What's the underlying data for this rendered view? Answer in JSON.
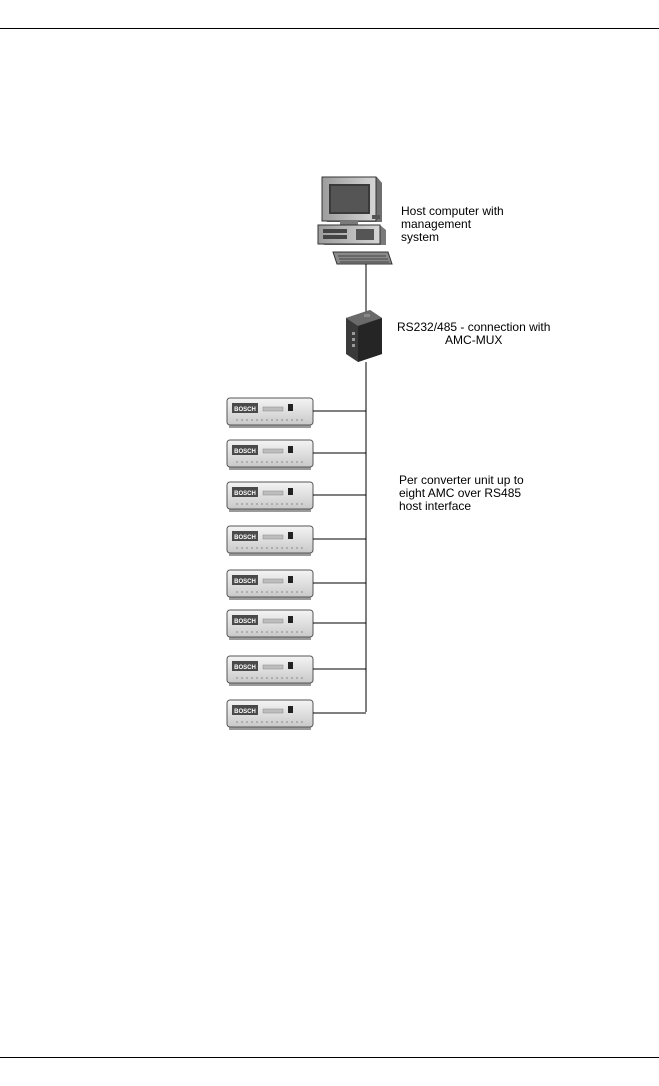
{
  "labels": {
    "host": [
      "Host computer with",
      "management",
      "system"
    ],
    "converter": [
      "RS232/485 - connection with",
      "AMC-MUX"
    ],
    "amc_bus": [
      "Per converter unit up to",
      "eight AMC over RS485",
      "host interface"
    ]
  },
  "device_brand": "BOSCH",
  "amc_count": 8,
  "icons": [
    "host-computer-icon",
    "keyboard-icon",
    "rs485-converter-icon",
    "amc-controller-icon"
  ]
}
